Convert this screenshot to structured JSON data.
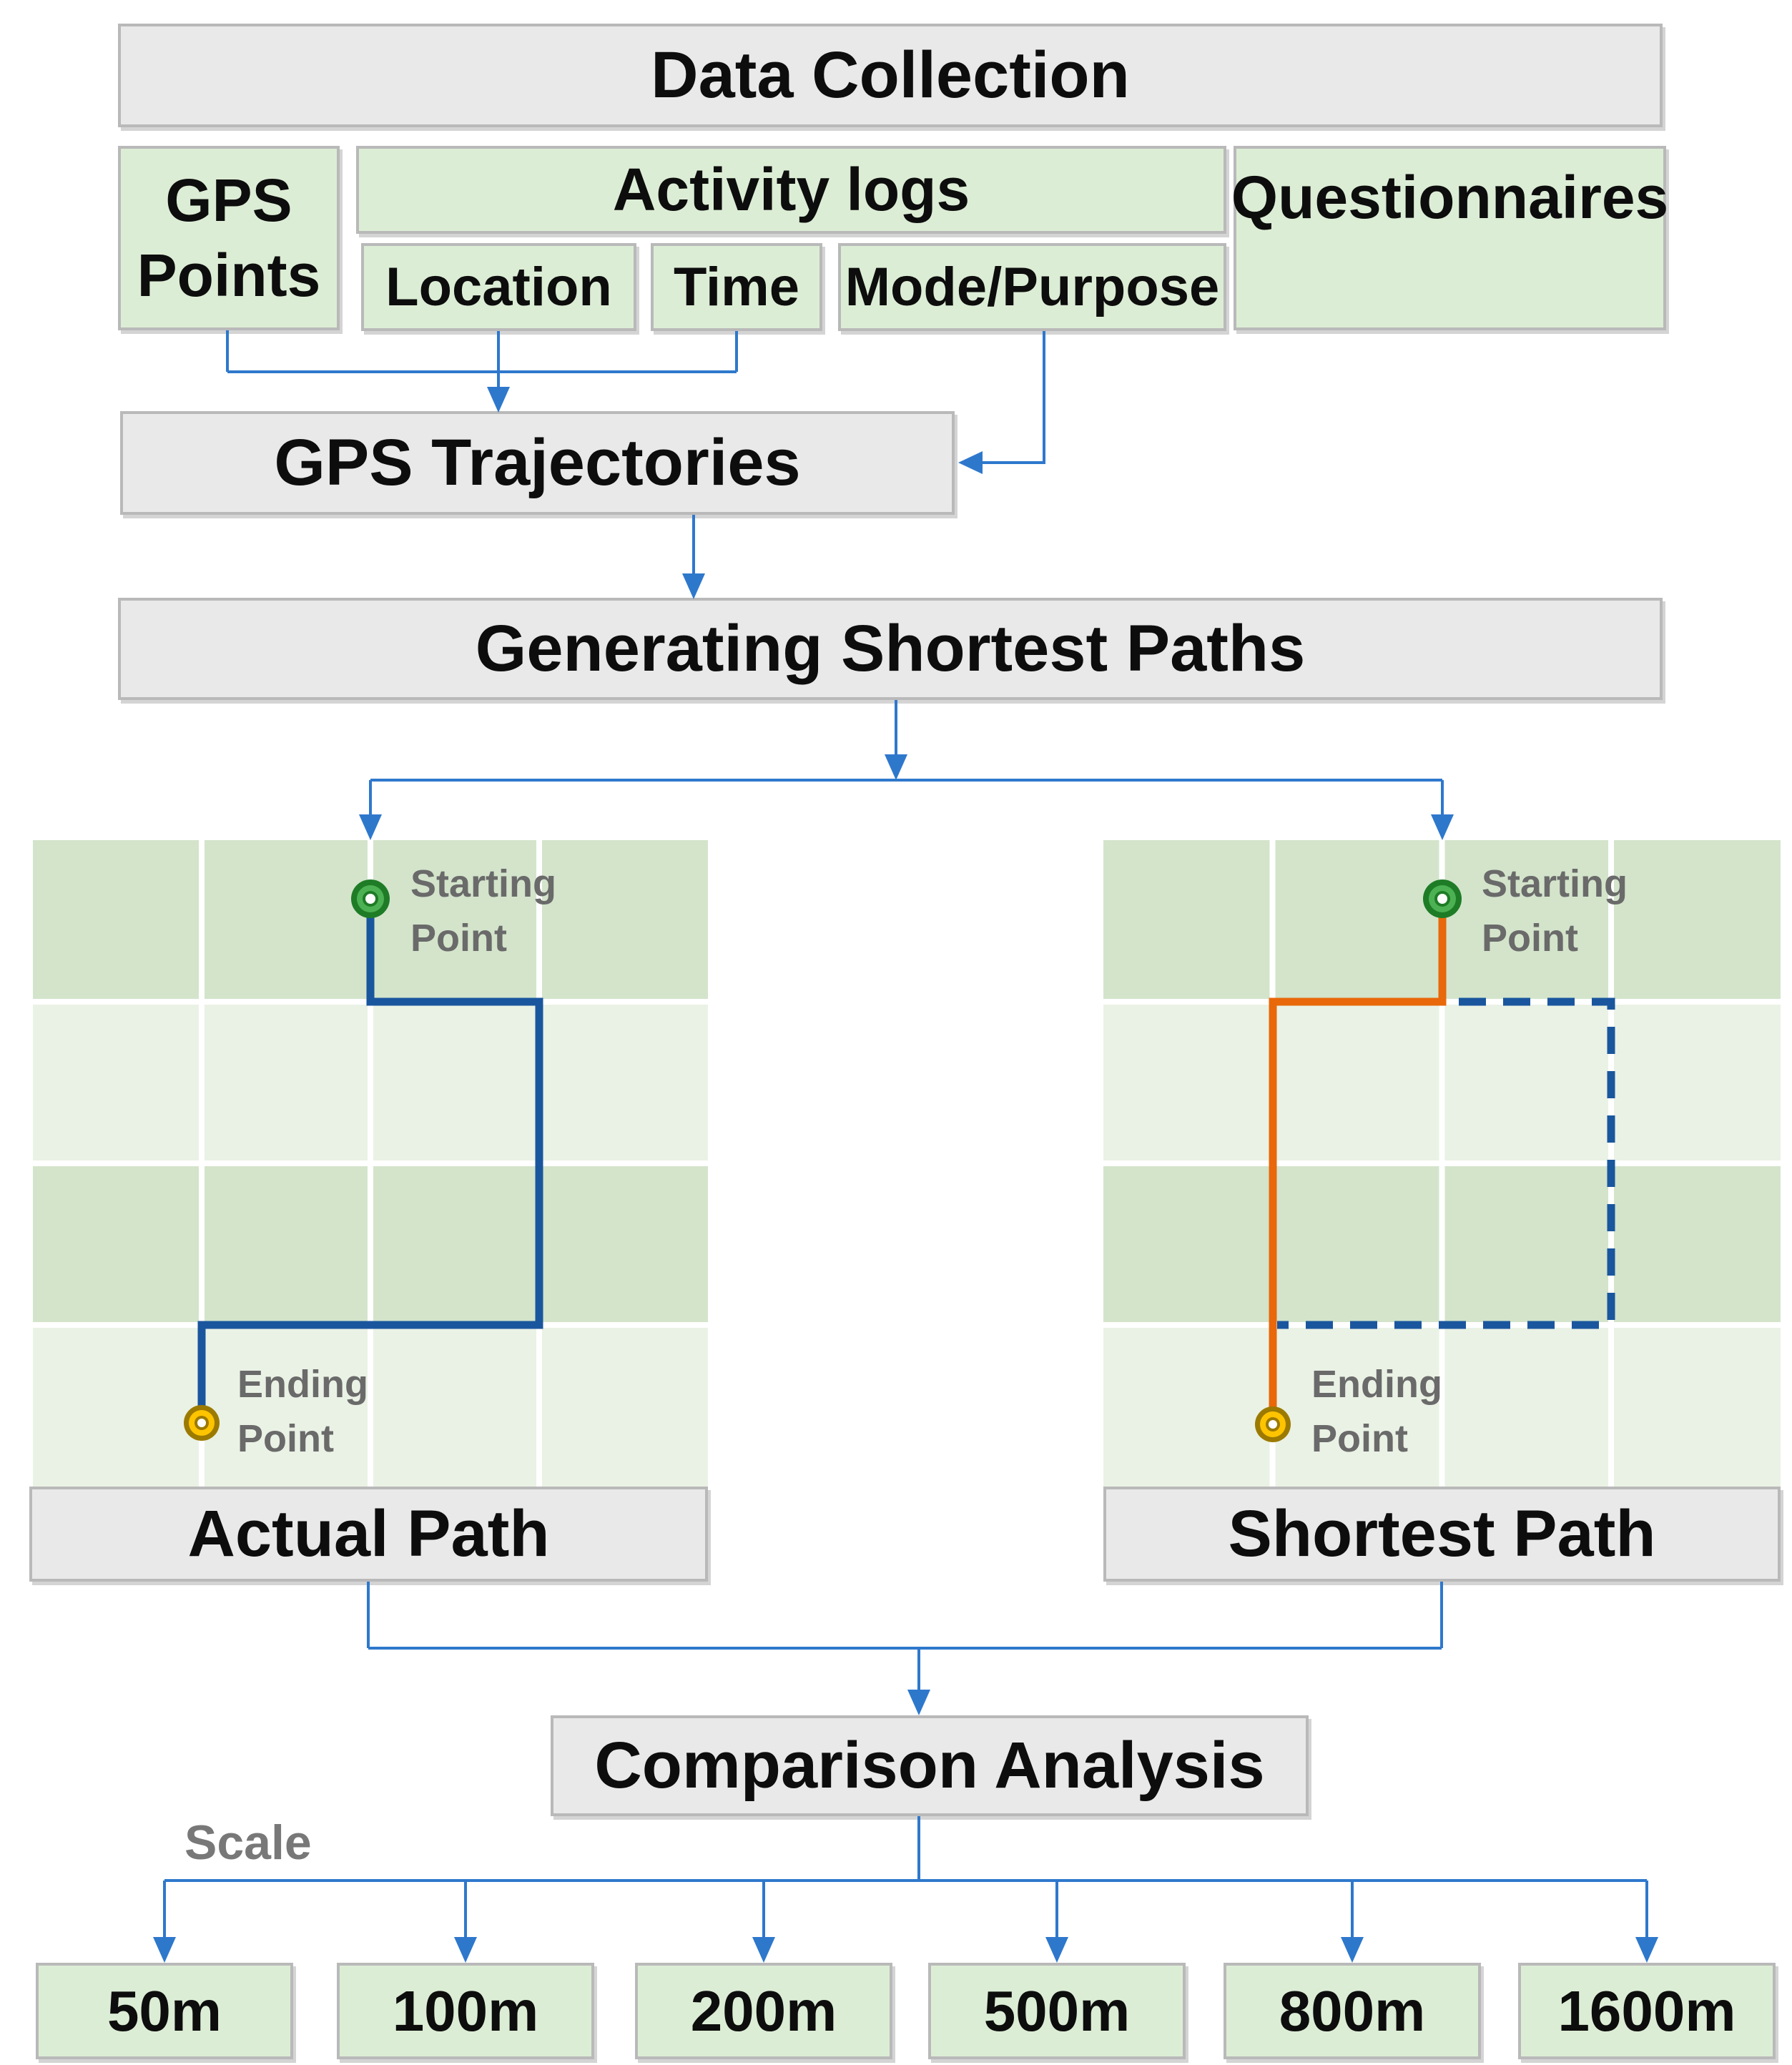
{
  "nodes": {
    "data_collection": "Data Collection",
    "gps_points": "GPS Points",
    "activity_logs": "Activity logs",
    "location": "Location",
    "time": "Time",
    "mode_purpose": "Mode/Purpose",
    "questionnaires": "Questionnaires",
    "gps_trajectories": "GPS Trajectories",
    "generating_shortest_paths": "Generating Shortest Paths",
    "comparison_analysis": "Comparison Analysis",
    "scale_label": "Scale"
  },
  "panels": {
    "actual": {
      "title": "Actual Path",
      "start_line1": "Starting",
      "start_line2": "Point",
      "end_line1": "Ending",
      "end_line2": "Point"
    },
    "shortest": {
      "title": "Shortest Path",
      "start_line1": "Starting",
      "start_line2": "Point",
      "end_line1": "Ending",
      "end_line2": "Point"
    }
  },
  "scales": [
    "50m",
    "100m",
    "200m",
    "500m",
    "800m",
    "1600m"
  ],
  "colors": {
    "connector_blue": "#2e78cc",
    "actual_path_blue": "#1a569e",
    "shortest_path_orange": "#e8680a",
    "start_marker_green": "#3fae49",
    "end_marker_gold": "#ffc400",
    "box_gray": "#e9e9e9",
    "box_green": "#dcedd5",
    "grid_dark_green": "#d3e4cb",
    "grid_light_green": "#eaf2e5"
  }
}
